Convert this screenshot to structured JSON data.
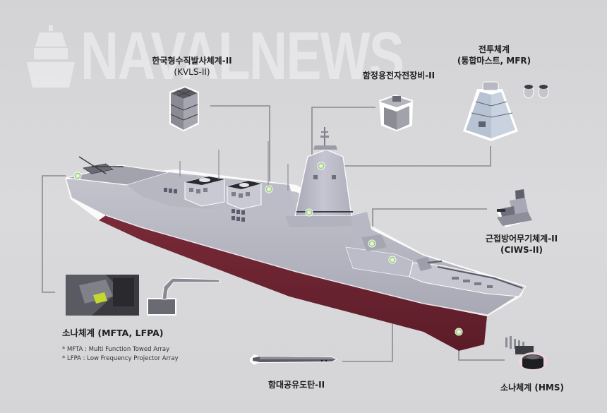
{
  "watermark": {
    "text": "NAVALNEWS",
    "icon": "ship-bow-icon"
  },
  "colors": {
    "background": "#d6d6d8",
    "hull_gray": "#b9b9c4",
    "hull_dark": "#8f8f9c",
    "hull_red": "#6b2330",
    "leader_line": "#8a8a8a",
    "marker_green": "#c9f0b0",
    "text": "#1e1e1e"
  },
  "labels": {
    "kvls": {
      "title": "한국형수직발사체계-II",
      "subtitle": "(KVLS-II)"
    },
    "ew": {
      "title": "함정용전자전장비-II"
    },
    "combat": {
      "title": "전투체계",
      "subtitle": "(통합마스트, MFR)"
    },
    "ciws": {
      "title": "근접방어무기체계-II",
      "subtitle": "(CIWS-II)"
    },
    "sonar_towed": {
      "title": "소나체계 (MFTA, LFPA)"
    },
    "torpedo": {
      "title": "함대공유도탄-II"
    },
    "sonar_hull": {
      "title": "소나체계 (HMS)"
    }
  },
  "notes": [
    "* MFTA : Multi Function Towed Array",
    "* LFPA : Low Frequency Projector Array"
  ]
}
